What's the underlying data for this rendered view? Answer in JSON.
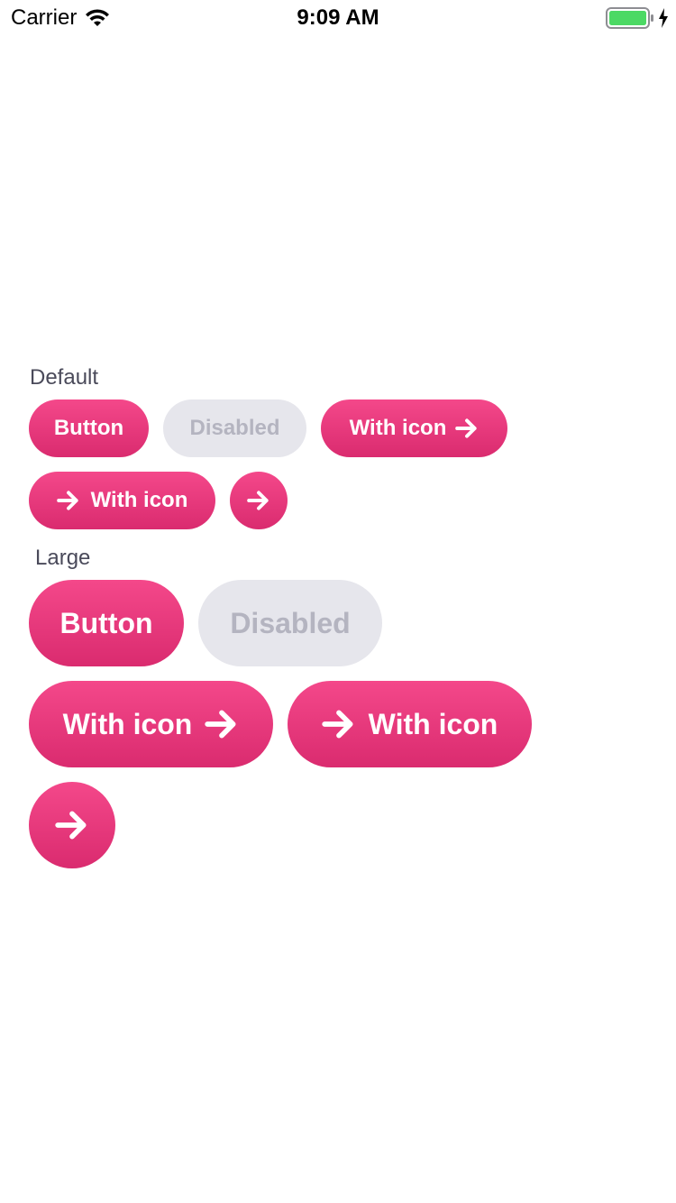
{
  "status_bar": {
    "carrier": "Carrier",
    "time": "9:09 AM"
  },
  "colors": {
    "primary_top": "#f4488a",
    "primary_bottom": "#da2b6f",
    "disabled_bg": "#e6e6ec",
    "disabled_text": "#b4b4c0",
    "label_text": "#4a4a5a",
    "battery_fill": "#4cd964"
  },
  "sections": {
    "default": {
      "title": "Default",
      "button_label": "Button",
      "disabled_label": "Disabled",
      "icon_right_label": "With icon",
      "icon_left_label": "With icon",
      "icon": "arrow-right-icon"
    },
    "large": {
      "title": "Large",
      "button_label": "Button",
      "disabled_label": "Disabled",
      "icon_right_label": "With icon",
      "icon_left_label": "With icon",
      "icon": "arrow-right-icon"
    }
  }
}
